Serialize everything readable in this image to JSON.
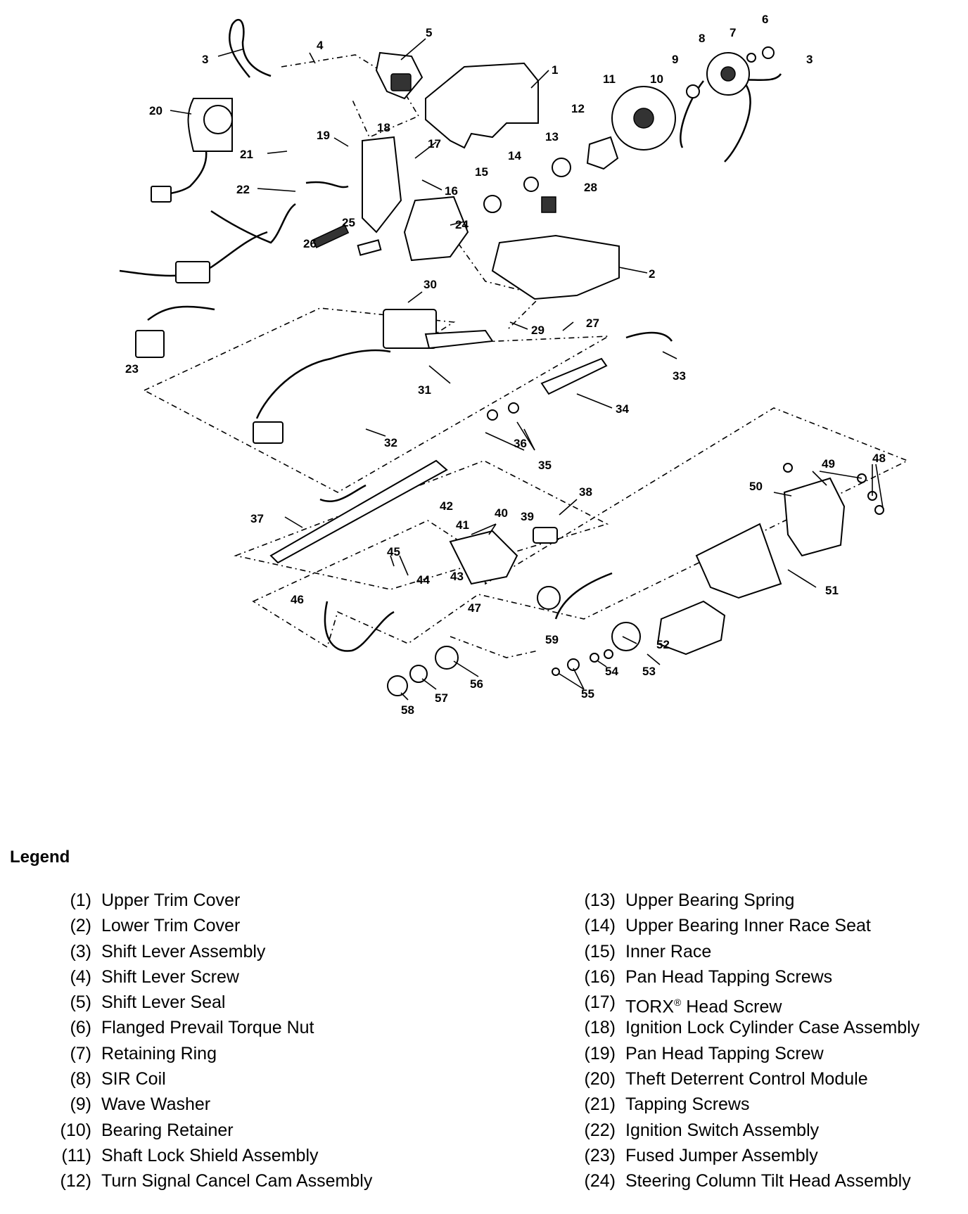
{
  "callouts": [
    "1",
    "2",
    "3",
    "3",
    "4",
    "5",
    "6",
    "7",
    "8",
    "9",
    "10",
    "11",
    "12",
    "13",
    "14",
    "15",
    "16",
    "17",
    "18",
    "19",
    "20",
    "21",
    "22",
    "23",
    "24",
    "25",
    "26",
    "27",
    "28",
    "29",
    "30",
    "31",
    "32",
    "33",
    "34",
    "35",
    "36",
    "37",
    "38",
    "39",
    "40",
    "41",
    "42",
    "43",
    "44",
    "45",
    "46",
    "47",
    "48",
    "49",
    "50",
    "51",
    "52",
    "53",
    "54",
    "55",
    "56",
    "57",
    "58",
    "59"
  ],
  "legend": {
    "title": "Legend",
    "left": [
      {
        "num": "(1)",
        "label": "Upper Trim Cover"
      },
      {
        "num": "(2)",
        "label": "Lower Trim Cover"
      },
      {
        "num": "(3)",
        "label": "Shift Lever Assembly"
      },
      {
        "num": "(4)",
        "label": "Shift Lever Screw"
      },
      {
        "num": "(5)",
        "label": "Shift Lever Seal"
      },
      {
        "num": "(6)",
        "label": "Flanged Prevail Torque Nut"
      },
      {
        "num": "(7)",
        "label": "Retaining Ring"
      },
      {
        "num": "(8)",
        "label": "SIR Coil"
      },
      {
        "num": "(9)",
        "label": "Wave Washer"
      },
      {
        "num": "(10)",
        "label": "Bearing Retainer"
      },
      {
        "num": "(11)",
        "label": "Shaft Lock Shield Assembly"
      },
      {
        "num": "(12)",
        "label": "Turn Signal Cancel Cam Assembly"
      }
    ],
    "right": [
      {
        "num": "(13)",
        "label": "Upper Bearing Spring"
      },
      {
        "num": "(14)",
        "label": "Upper Bearing Inner Race Seat"
      },
      {
        "num": "(15)",
        "label": "Inner Race"
      },
      {
        "num": "(16)",
        "label": "Pan Head Tapping Screws"
      },
      {
        "num": "(17)",
        "label": "TORX",
        "sup": "®",
        "label_after": " Head Screw"
      },
      {
        "num": "(18)",
        "label": "Ignition Lock Cylinder Case Assembly"
      },
      {
        "num": "(19)",
        "label": "Pan Head Tapping Screw"
      },
      {
        "num": "(20)",
        "label": "Theft Deterrent Control Module"
      },
      {
        "num": "(21)",
        "label": "Tapping Screws"
      },
      {
        "num": "(22)",
        "label": "Ignition Switch Assembly"
      },
      {
        "num": "(23)",
        "label": "Fused Jumper Assembly"
      },
      {
        "num": "(24)",
        "label": "Steering Column Tilt Head Assembly"
      }
    ]
  }
}
